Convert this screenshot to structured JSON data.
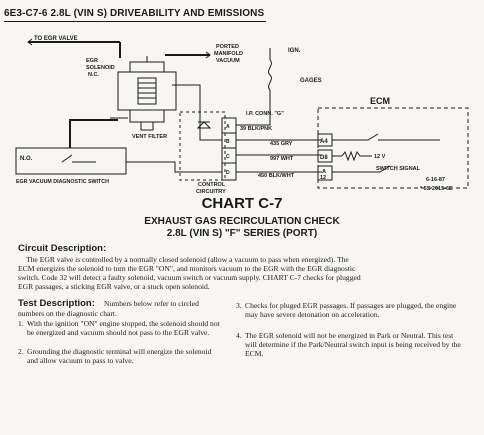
{
  "header": {
    "title": "6E3-C7-6  2.8L  (VIN S)  DRIVEABILITY AND EMISSIONS"
  },
  "diagram": {
    "labels": {
      "to_egr_valve": "TO EGR VALVE",
      "egr_solenoid": [
        "EGR",
        "SOLENOID",
        "N.C."
      ],
      "ported_vacuum": [
        "PORTED",
        "MANIFOLD",
        "VACUUM"
      ],
      "ign": "IGN.",
      "gages": "GAGES",
      "vent_filter": "VENT FILTER",
      "ip_conn": "I.P. CONN. \"G\"",
      "ecm": "ECM",
      "no_switch": "N.O.",
      "egr_vac_switch": "EGR VACUUM DIAGNOSTIC SWITCH",
      "control_circuitry": [
        "CONTROL",
        "CIRCUITRY"
      ],
      "wire_39": "39 BLK/PNK",
      "wire_435": "435 GRY",
      "wire_997": "997 WHT",
      "wire_450": "450 BLK/WHT",
      "pin_a4": "A4",
      "pin_d8": "D8",
      "pin_a12": [
        "A",
        "12"
      ],
      "v12": "12 V",
      "switch_signal": "SWITCH SIGNAL",
      "date": "6-16-87",
      "ref": "* 5S 2015-6E",
      "conn_pins": [
        "A",
        "B",
        "C",
        "D"
      ]
    }
  },
  "chart": {
    "title": "CHART C-7",
    "subtitle1": "EXHAUST GAS RECIRCULATION CHECK",
    "subtitle2": "2.8L  (VIN S)  \"F\"  SERIES  (PORT)"
  },
  "circuit": {
    "heading": "Circuit Description:",
    "lines": [
      "The EGR valve is controlled by a normally closed solenoid (allow a vacuum to pass when energized). The",
      "ECM energizes the solenoid to turn the EGR \"ON\", and monitors vacuum to the EGR with the EGR diagnostic",
      "switch. Code 32 will detect a faulty solenoid, vacuum switch or vacuum supply.  CHART C-7 checks for plugged",
      "EGR passages, a sticking EGR valve, or a stuck open solenoid."
    ]
  },
  "test": {
    "heading": "Test Description:",
    "note_line1": "Numbers below refer to circled",
    "note_line2": "numbers on the diagnostic chart.",
    "items": [
      {
        "num": "1.",
        "text": "With the ignition \"ON\" engine stopped, the solenoid should not be energized and vacuum should not pass to the EGR valve."
      },
      {
        "num": "2.",
        "text": "Grounding the diagnostic terminal will energize the solenoid and allow vacuum to pass to valve."
      },
      {
        "num": "3.",
        "text": "Checks for pluged EGR passages.  If passages are plugged, the engine may have severe detonation on acceleration."
      },
      {
        "num": "4.",
        "text": "The EGR solenoid will not be energized in Park or Neutral.  This test will determine if the Park/Neutral switch input is being received by the ECM."
      }
    ]
  }
}
